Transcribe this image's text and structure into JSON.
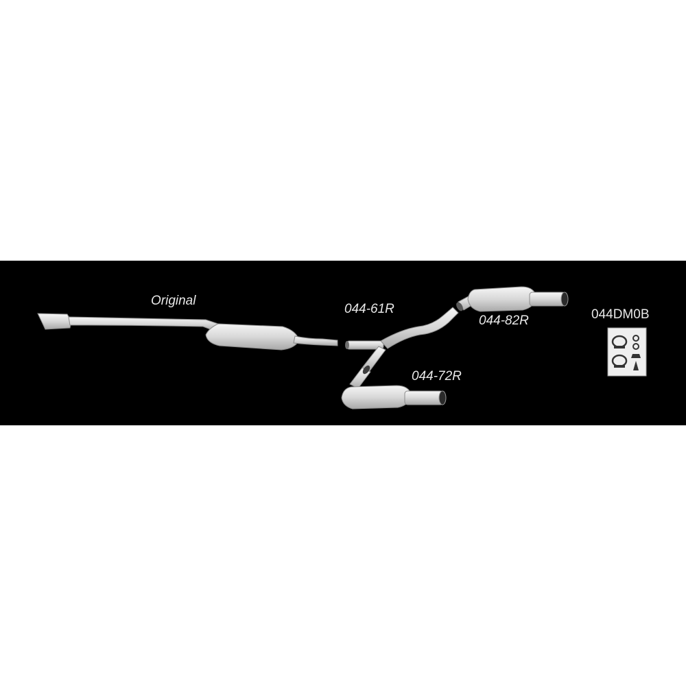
{
  "labels": {
    "original": "Original",
    "front_pipe": "044-61R",
    "rear_silencer_right": "044-82R",
    "rear_silencer_left": "044-72R",
    "mounting_kit": "044DM0B"
  },
  "colors": {
    "background": "#000000",
    "page": "#ffffff",
    "part_fill": "#dcdcdc",
    "part_highlight": "#f4f4f4",
    "part_shadow": "#9a9a9a",
    "label": "#e8e8e8"
  }
}
